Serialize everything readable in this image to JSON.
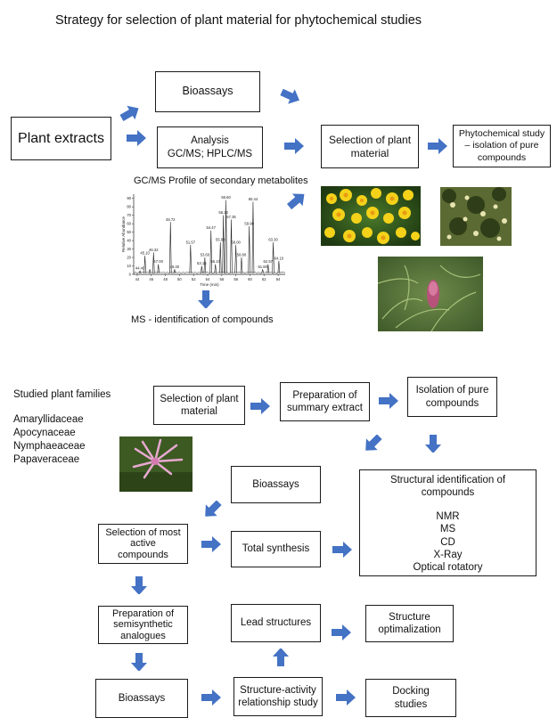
{
  "title": "Strategy for selection of plant material for phytochemical studies",
  "top": {
    "plant_extracts": "Plant extracts",
    "bioassays": "Bioassays",
    "analysis_line1": "Analysis",
    "analysis_line2": "GC/MS; HPLC/MS",
    "selection_line1": "Selection of plant",
    "selection_line2": "material",
    "phyto_line1": "Phytochemical study",
    "phyto_line2": "– isolation of pure",
    "phyto_line3": "compounds",
    "gcms_profile": "GC/MS Profile of secondary metabolites",
    "ms_identification": "MS - identification of compounds"
  },
  "families": {
    "heading": "Studied plant families",
    "items": [
      "Amaryllidaceae",
      "Apocynaceae",
      "Nymphaeaceae",
      "Papaveraceae"
    ]
  },
  "bottom": {
    "selection_line1": "Selection of plant",
    "selection_line2": "material",
    "preparation_line1": "Preparation of",
    "preparation_line2": "summary extract",
    "isolation_line1": "Isolation of pure",
    "isolation_line2": "compounds",
    "bioassays_mid": "Bioassays",
    "structural_line1": "Structural identification of",
    "structural_line2": "compounds",
    "methods": [
      "NMR",
      "MS",
      "CD",
      "X-Ray",
      "Optical rotatory"
    ],
    "most_active_line1": "Selection of most",
    "most_active_line2": "active",
    "most_active_line3": "compounds",
    "total_synthesis": "Total synthesis",
    "semisynth_line1": "Preparation of",
    "semisynth_line2": "semisynthetic",
    "semisynth_line3": "analogues",
    "lead_structures": "Lead structures",
    "optimalization_line1": "Structure",
    "optimalization_line2": "optimalization",
    "bioassays_bottom": "Bioassays",
    "sar_line1": "Structure-activity",
    "sar_line2": "relationship study",
    "docking_line1": "Docking",
    "docking_line2": "studies"
  },
  "colors": {
    "arrow": "#4472c4",
    "border": "#1a1a1a"
  },
  "chart_data": {
    "type": "line",
    "xlabel": "Time (min)",
    "ylabel": "Relative Abundance",
    "x_ticks": [
      "44",
      "46",
      "48",
      "50",
      "52",
      "54",
      "56",
      "58",
      "60",
      "62",
      "64"
    ],
    "y_ticks": [
      "0",
      "10",
      "20",
      "30",
      "40",
      "50",
      "60",
      "70",
      "80",
      "90"
    ],
    "xlim": [
      43.5,
      65.0
    ],
    "ylim": [
      0,
      95
    ],
    "peaks": [
      {
        "x": 44.4,
        "y": 4,
        "label": "44.40"
      },
      {
        "x": 45.1,
        "y": 22,
        "label": "45.10"
      },
      {
        "x": 45.8,
        "y": 6,
        "label": ""
      },
      {
        "x": 46.32,
        "y": 26,
        "label": "46.32"
      },
      {
        "x": 47.0,
        "y": 12,
        "label": "47.00"
      },
      {
        "x": 48.72,
        "y": 62,
        "label": "48.72"
      },
      {
        "x": 49.3,
        "y": 6,
        "label": "49.30"
      },
      {
        "x": 51.57,
        "y": 35,
        "label": "51.57"
      },
      {
        "x": 53.15,
        "y": 10,
        "label": "53.15"
      },
      {
        "x": 53.6,
        "y": 20,
        "label": "53.60"
      },
      {
        "x": 54.47,
        "y": 52,
        "label": "54.47"
      },
      {
        "x": 55.1,
        "y": 12,
        "label": "55.10"
      },
      {
        "x": 55.8,
        "y": 38,
        "label": "55.80"
      },
      {
        "x": 56.23,
        "y": 70,
        "label": "56.23"
      },
      {
        "x": 56.6,
        "y": 88,
        "label": "56.60"
      },
      {
        "x": 57.35,
        "y": 65,
        "label": "57.35"
      },
      {
        "x": 58.0,
        "y": 35,
        "label": "58.00"
      },
      {
        "x": 58.8,
        "y": 20,
        "label": "58.80"
      },
      {
        "x": 59.9,
        "y": 57,
        "label": "59.90"
      },
      {
        "x": 60.44,
        "y": 86,
        "label": "60.44"
      },
      {
        "x": 61.8,
        "y": 6,
        "label": "61.80"
      },
      {
        "x": 62.57,
        "y": 12,
        "label": "62.57"
      },
      {
        "x": 63.3,
        "y": 38,
        "label": "63.30"
      },
      {
        "x": 64.1,
        "y": 16,
        "label": "64.10"
      }
    ]
  }
}
